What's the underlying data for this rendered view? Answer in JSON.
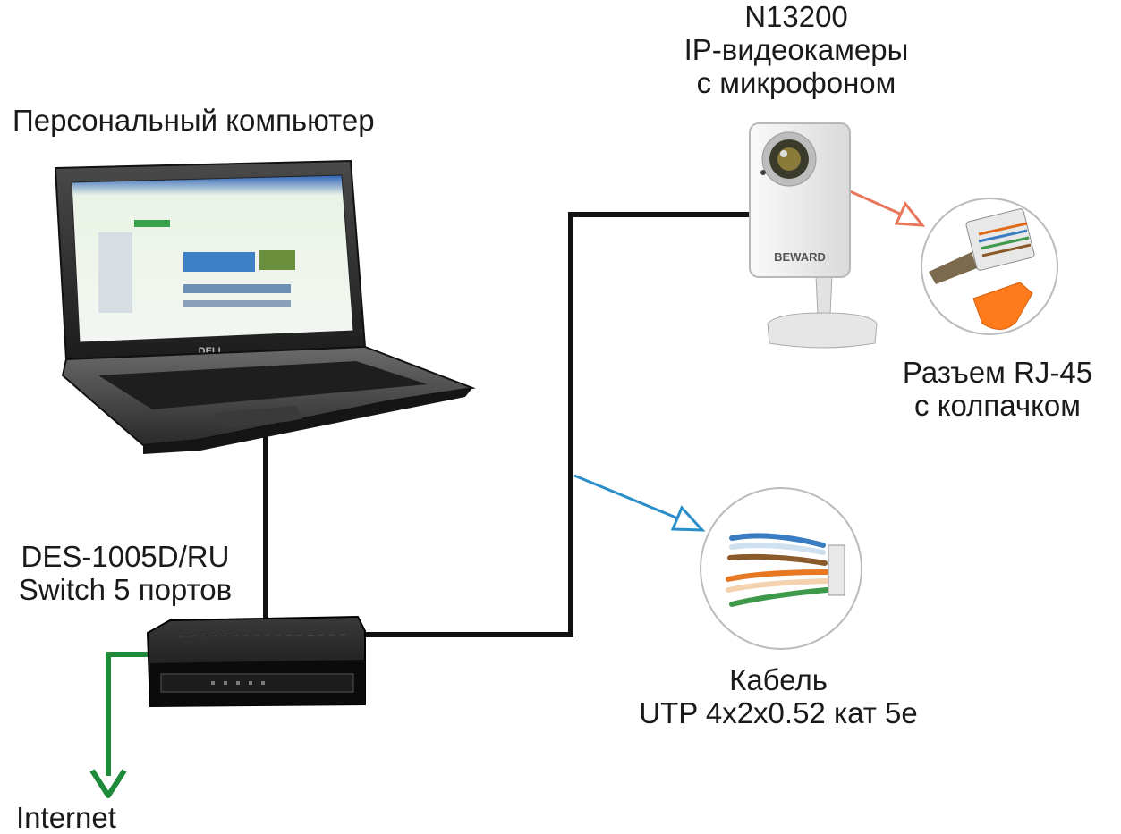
{
  "labels": {
    "computer": "Персональный компьютер",
    "camera_model": "N13200",
    "camera_line1": "IP-видеокамеры",
    "camera_line2": "с микрофоном",
    "connector_line1": "Разъем RJ-45",
    "connector_line2": "с колпачком",
    "switch_line1": "DES-1005D/RU",
    "switch_line2": "Switch 5 портов",
    "cable_line1": "Кабель",
    "cable_line2": "UTP 4x2x0.52 кат 5е",
    "internet": "Internet"
  },
  "device_text": {
    "laptop_brand": "DELL",
    "camera_brand": "BEWARD"
  },
  "colors": {
    "wire": "#111111",
    "internet_arrow": "#1e8a3a",
    "camera_callout": "#e8765a",
    "cable_callout": "#2a8ec8",
    "rj45_cap": "#ff7a1a"
  },
  "icons": [
    "laptop-icon",
    "switch-icon",
    "ip-camera-icon",
    "rj45-connector-icon",
    "utp-cable-icon"
  ]
}
